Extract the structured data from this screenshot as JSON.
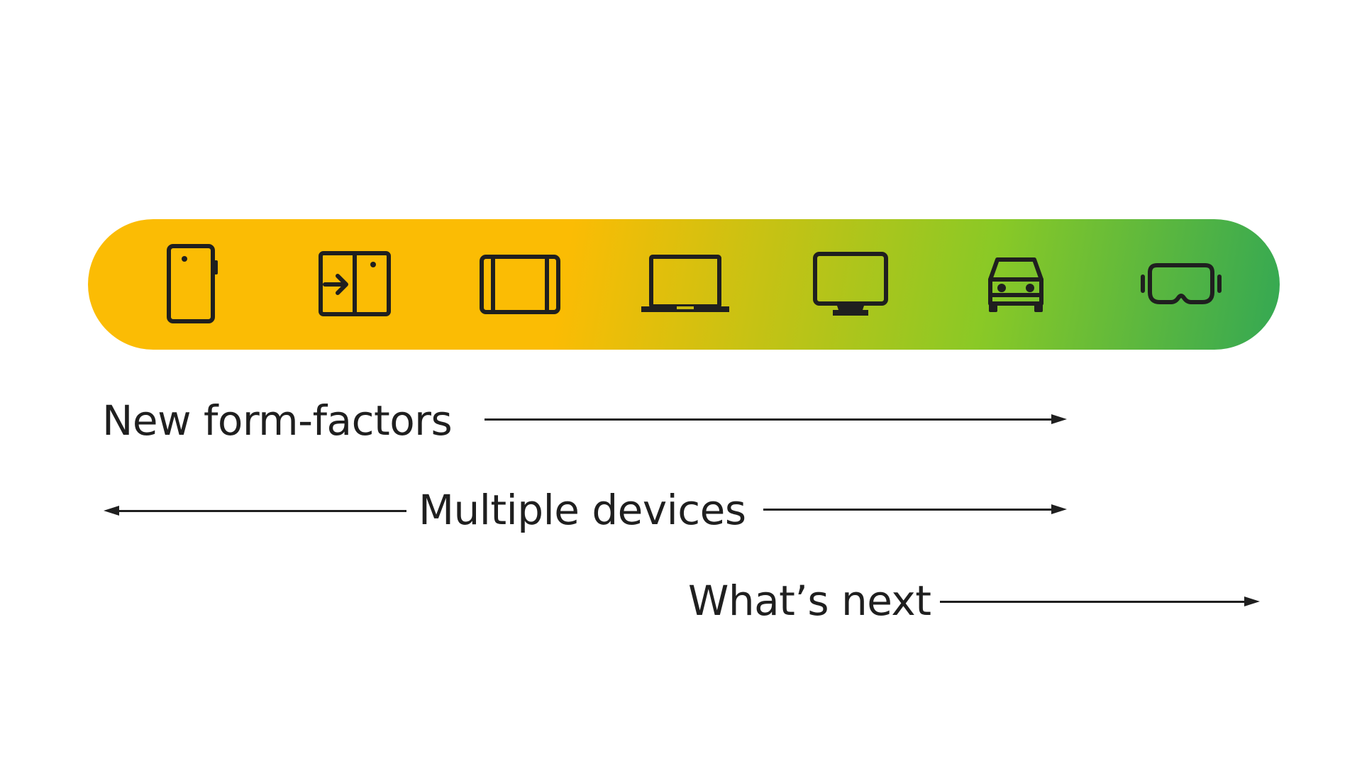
{
  "colors": {
    "gradient_start": "#FBBC04",
    "gradient_mid": "#8AC926",
    "gradient_end": "#34A853",
    "ink": "#1F1F1F",
    "background": "#FFFFFF"
  },
  "device_bar": {
    "icons": [
      "phone-icon",
      "foldable-icon",
      "tablet-icon",
      "laptop-icon",
      "desktop-monitor-icon",
      "car-icon",
      "xr-headset-icon"
    ]
  },
  "labels": {
    "new_form_factors": "New form-factors",
    "multiple_devices": "Multiple devices",
    "whats_next": "What’s next"
  }
}
